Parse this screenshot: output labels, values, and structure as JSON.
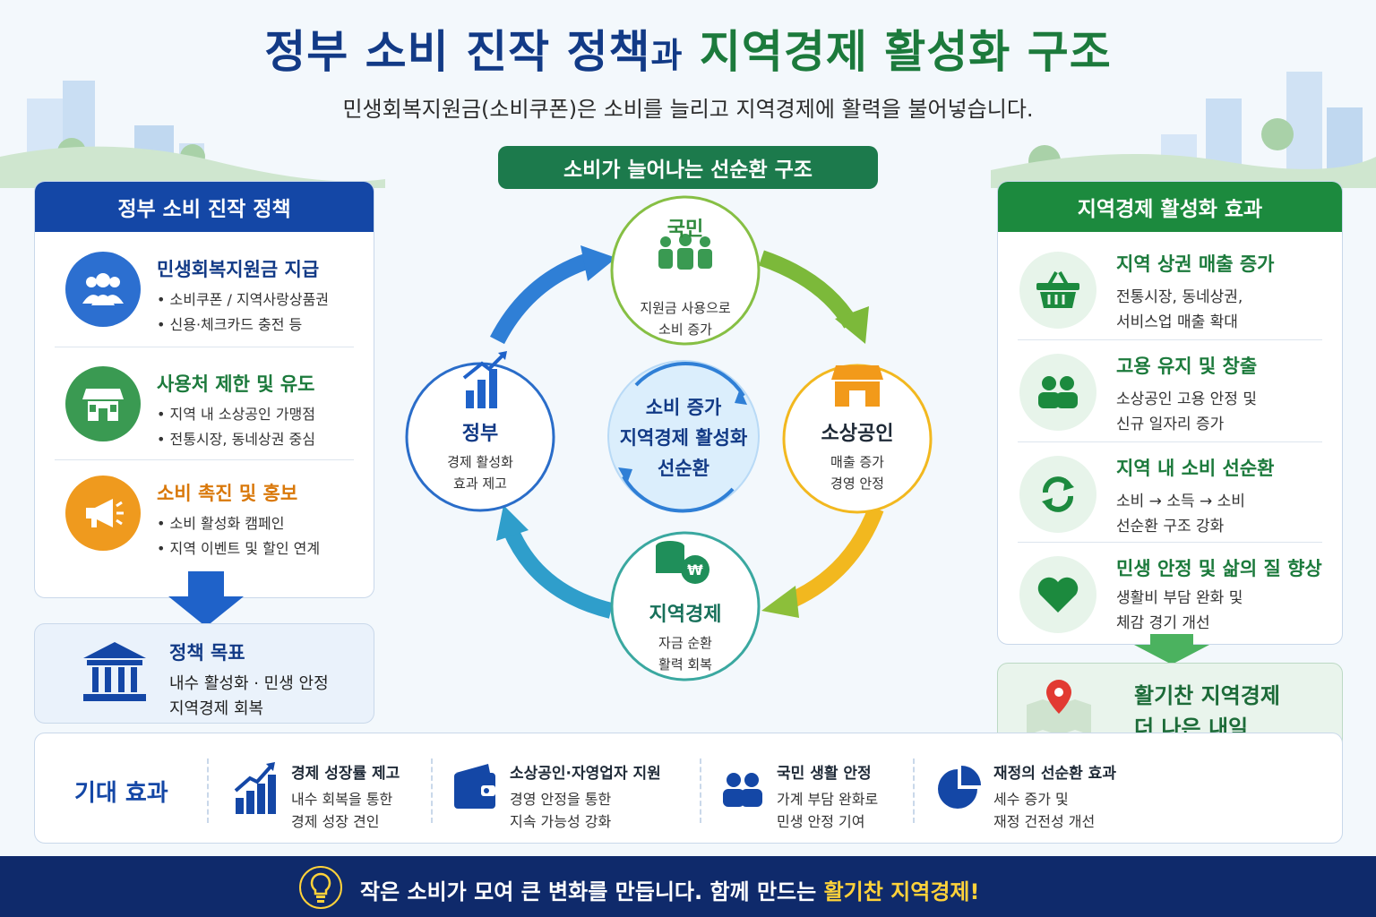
{
  "header": {
    "title_part1": "정부 소비 진작 정책",
    "title_connector": "과",
    "title_part2": "지역경제 활성화 구조",
    "subtitle": "민생회복지원금(소비쿠폰)은 소비를 늘리고 지역경제에 활력을 불어넣습니다."
  },
  "left_panel": {
    "header": "정부 소비 진작 정책",
    "items": [
      {
        "title": "민생회복지원금 지급",
        "bullets": [
          "• 소비쿠폰 / 지역사랑상품권",
          "• 신용·체크카드 충전 등"
        ],
        "icon": "people-icon",
        "color": "#1447a6"
      },
      {
        "title": "사용처 제한 및 유도",
        "bullets": [
          "• 지역 내 소상공인 가맹점",
          "• 전통시장, 동네상권 중심"
        ],
        "icon": "shop-icon",
        "color": "#1c7a3c"
      },
      {
        "title": "소비 촉진 및 홍보",
        "bullets": [
          "• 소비 활성화 캠페인",
          "• 지역 이벤트 및 할인 연계"
        ],
        "icon": "megaphone-icon",
        "color": "#d9780a"
      }
    ],
    "goal": {
      "title": "정책 목표",
      "lines": [
        "내수 활성화 · 민생 안정",
        "지역경제 회복"
      ]
    }
  },
  "center": {
    "banner": "소비가 늘어나는 선순환 구조",
    "nodes": {
      "people": {
        "title": "국민",
        "lines": [
          "지원금 사용으로",
          "소비 증가"
        ]
      },
      "merchants": {
        "title": "소상공인",
        "lines": [
          "매출 증가",
          "경영 안정"
        ]
      },
      "local": {
        "title": "지역경제",
        "lines": [
          "자금 순환",
          "활력 회복"
        ]
      },
      "government": {
        "title": "정부",
        "lines": [
          "경제 활성화",
          "효과 제고"
        ]
      }
    },
    "core": [
      "소비 증가",
      "지역경제 활성화",
      "선순환"
    ]
  },
  "right_panel": {
    "header": "지역경제 활성화 효과",
    "items": [
      {
        "title": "지역 상권 매출 증가",
        "lines": [
          "전통시장, 동네상권,",
          "서비스업 매출 확대"
        ],
        "icon": "basket-icon"
      },
      {
        "title": "고용 유지 및 창출",
        "lines": [
          "소상공인 고용 안정 및",
          "신규 일자리 증가"
        ],
        "icon": "people-icon"
      },
      {
        "title": "지역 내 소비 선순환",
        "lines": [
          "소비 → 소득 → 소비",
          "선순환 구조 강화"
        ],
        "icon": "cycle-icon"
      },
      {
        "title": "민생 안정 및 삶의 질 향상",
        "lines": [
          "생활비 부담 완화 및",
          "체감 경기 개선"
        ],
        "icon": "heart-icon"
      }
    ],
    "future": [
      "활기찬 지역경제",
      "더 나은 내일"
    ]
  },
  "effects": {
    "label": "기대 효과",
    "items": [
      {
        "title": "경제 성장률 제고",
        "lines": [
          "내수 회복을 통한",
          "경제 성장 견인"
        ],
        "icon": "growth-chart-icon"
      },
      {
        "title": "소상공인·자영업자 지원",
        "lines": [
          "경영 안정을 통한",
          "지속 가능성 강화"
        ],
        "icon": "wallet-icon"
      },
      {
        "title": "국민 생활 안정",
        "lines": [
          "가계 부담 완화로",
          "민생 안정 기여"
        ],
        "icon": "people-icon"
      },
      {
        "title": "재정의 선순환 효과",
        "lines": [
          "세수 증가 및",
          "재정 건전성 개선"
        ],
        "icon": "pie-chart-icon"
      }
    ]
  },
  "footer": {
    "text": "작은 소비가 모여 큰 변화를 만듭니다. 함께 만드는 ",
    "highlight": "활기찬 지역경제!"
  },
  "colors": {
    "navy": "#123a86",
    "blue": "#1447a6",
    "green": "#1c7a3c",
    "orange": "#d9780a",
    "footer": "#0f2a6b"
  }
}
